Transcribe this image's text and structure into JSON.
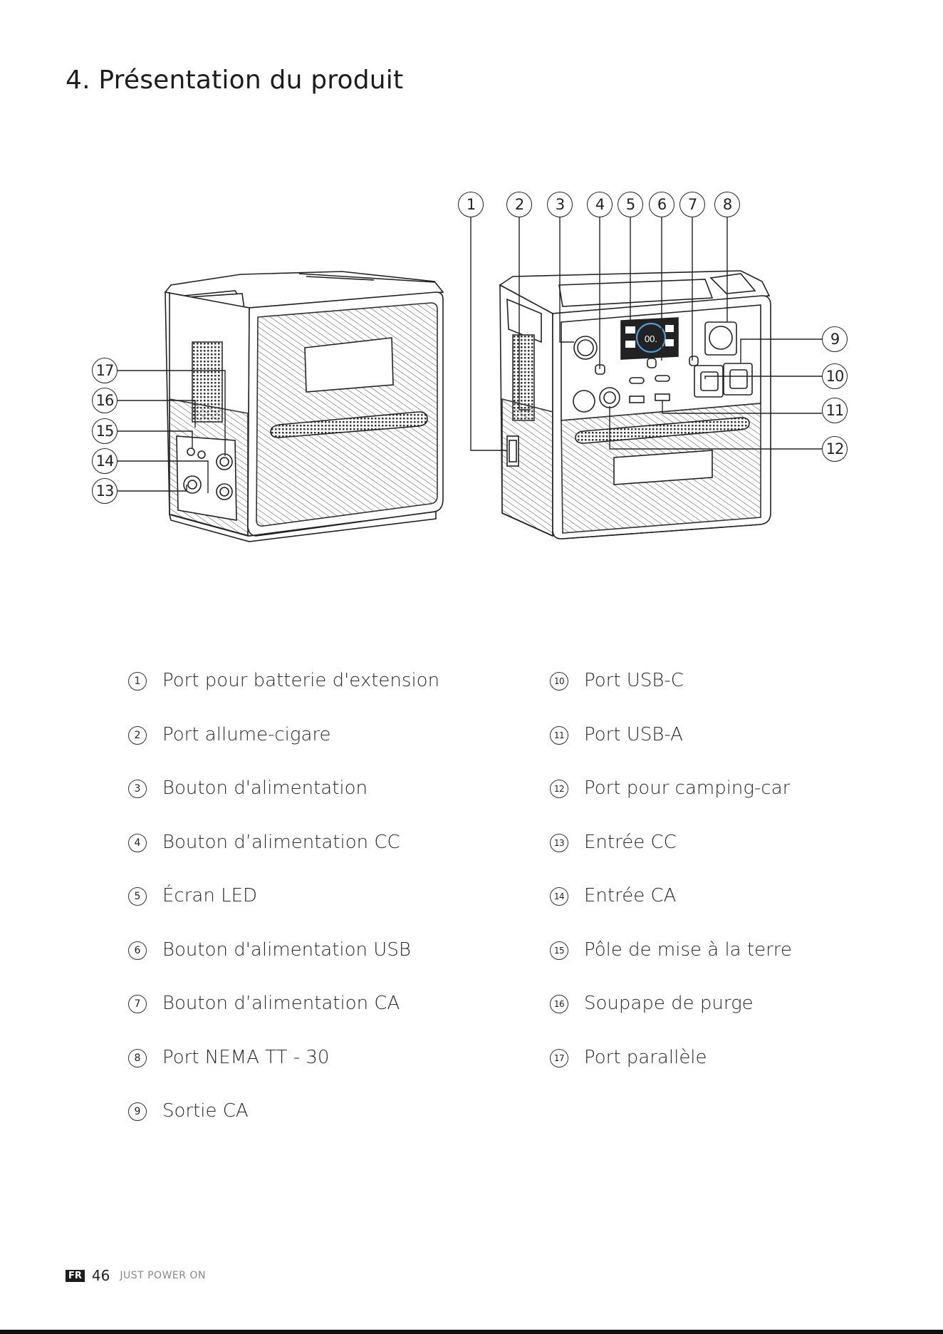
{
  "page": {
    "title": "4. Présentation du produit"
  },
  "callouts": [
    "1",
    "2",
    "3",
    "4",
    "5",
    "6",
    "7",
    "8",
    "9",
    "10",
    "11",
    "12",
    "13",
    "14",
    "15",
    "16",
    "17"
  ],
  "screen_reading": "00.",
  "items_left": [
    {
      "num": "1",
      "label": "Port pour batterie d'extension"
    },
    {
      "num": "2",
      "label": "Port allume-cigare"
    },
    {
      "num": "3",
      "label": "Bouton d'alimentation"
    },
    {
      "num": "4",
      "label": "Bouton d’alimentation CC"
    },
    {
      "num": "5",
      "label": "Écran LED"
    },
    {
      "num": "6",
      "label": "Bouton d'alimentation USB"
    },
    {
      "num": "7",
      "label": "Bouton d’alimentation CA"
    },
    {
      "num": "8",
      "label": "Port NEMA TT - 30"
    },
    {
      "num": "9",
      "label": "Sortie CA"
    }
  ],
  "items_right": [
    {
      "num": "10",
      "label": "Port USB-C"
    },
    {
      "num": "11",
      "label": "Port USB-A"
    },
    {
      "num": "12",
      "label": "Port pour camping-car"
    },
    {
      "num": "13",
      "label": "Entrée CC"
    },
    {
      "num": "14",
      "label": "Entrée CA"
    },
    {
      "num": "15",
      "label": "Pôle de mise à la terre"
    },
    {
      "num": "16",
      "label": "Soupape de purge"
    },
    {
      "num": "17",
      "label": "Port parallèle"
    }
  ],
  "footer": {
    "lang": "FR",
    "page_number": "46",
    "slogan": "JUST POWER ON"
  }
}
